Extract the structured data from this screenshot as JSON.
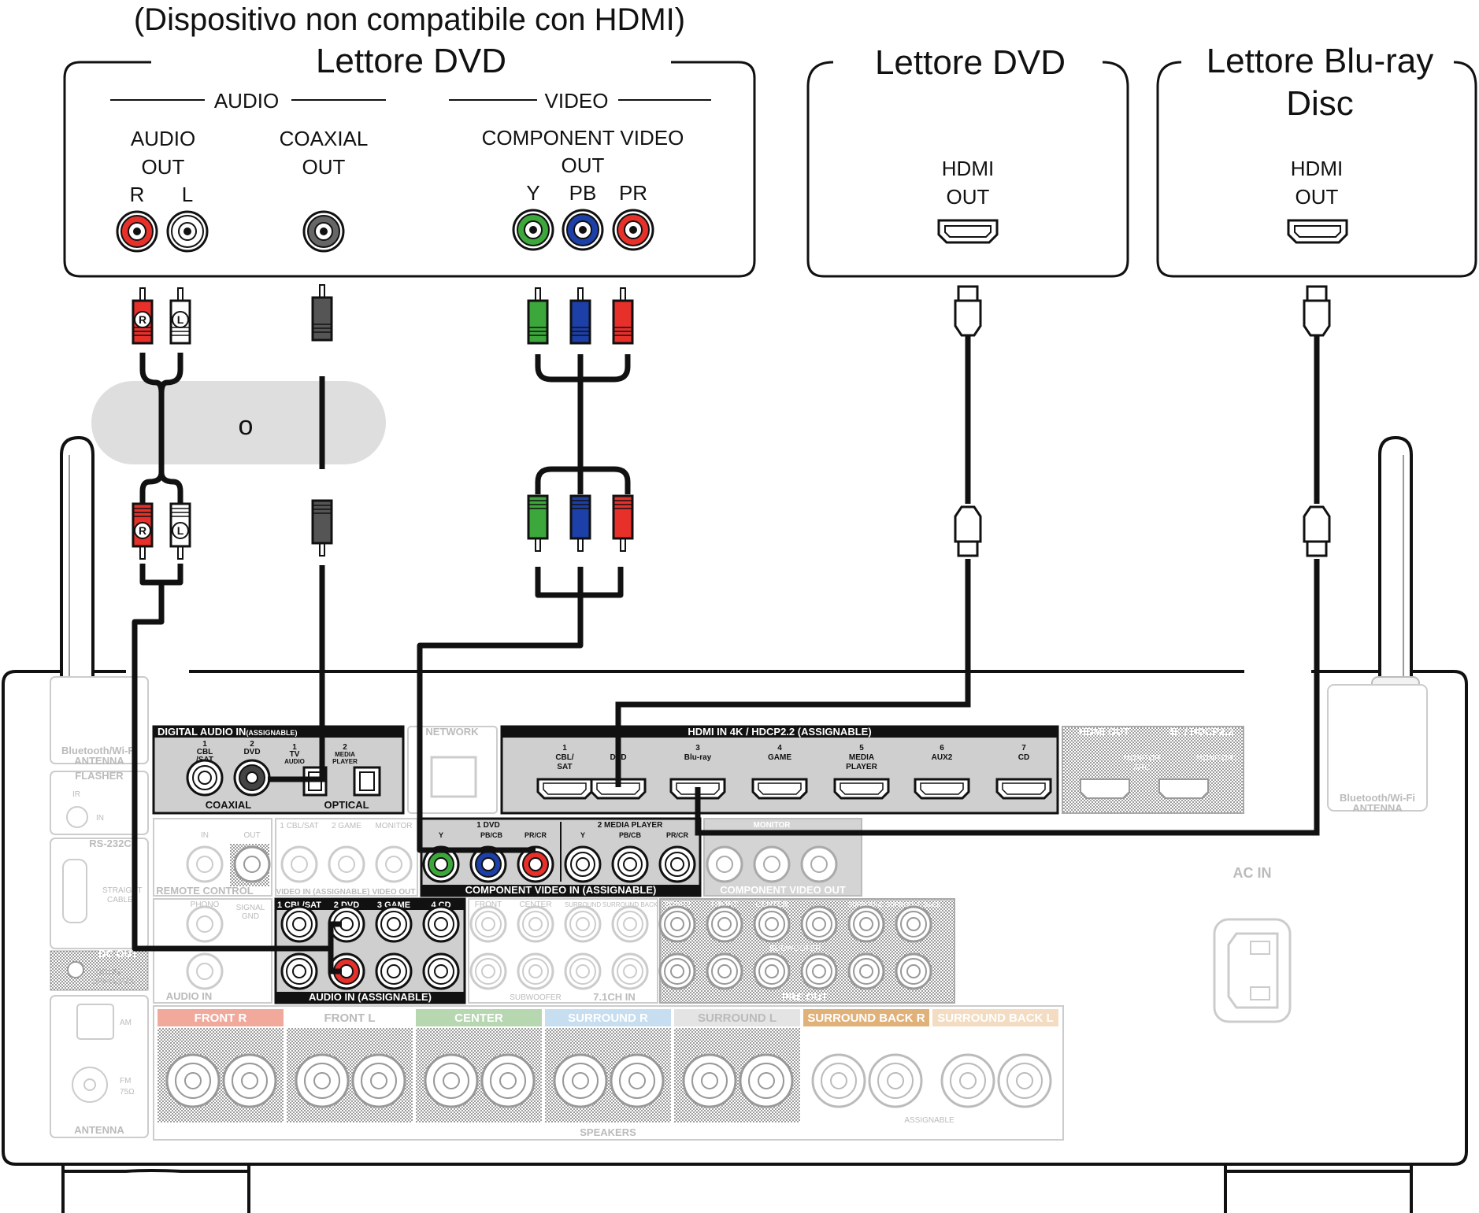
{
  "source_device": {
    "note": "(Dispositivo non compatibile con HDMI)",
    "title": "Lettore DVD",
    "audio_group": "AUDIO",
    "video_group": "VIDEO",
    "audio_out_1": "AUDIO",
    "audio_out_2": "OUT",
    "r": "R",
    "l": "L",
    "coaxial_1": "COAXIAL",
    "coaxial_2": "OUT",
    "component_1": "COMPONENT VIDEO",
    "component_2": "OUT",
    "y": "Y",
    "pb": "PB",
    "pr": "PR"
  },
  "dvd_hdmi": {
    "title": "Lettore DVD",
    "hdmi_1": "HDMI",
    "hdmi_2": "OUT"
  },
  "bluray": {
    "title_1": "Lettore Blu-ray",
    "title_2": "Disc",
    "hdmi_1": "HDMI",
    "hdmi_2": "OUT"
  },
  "or_label": "o",
  "plug_r": "R",
  "plug_l": "L",
  "receiver": {
    "bt_antenna": "Bluetooth/Wi-Fi",
    "bt_antenna_2": "ANTENNA",
    "flasher": "FLASHER",
    "ir": "IR",
    "in": "IN",
    "rs232": "RS-232C",
    "digital_audio_in": "DIGITAL AUDIO IN",
    "assignable": "(ASSIGNABLE)",
    "cbl_sat_1": "1",
    "cbl_sat_2": "CBL",
    "cbl_sat_3": "/SAT",
    "dvd_2": "2",
    "dvd": "DVD",
    "tv_audio_1": "1",
    "tv_audio_2": "TV",
    "tv_audio_3": "AUDIO",
    "media_1": "2",
    "media_2": "MEDIA",
    "media_3": "PLAYER",
    "coaxial": "COAXIAL",
    "optical": "OPTICAL",
    "network": "NETWORK",
    "hdmi_in": "HDMI IN 4K / HDCP2.2  (ASSIGNABLE)",
    "hdmi_inputs": [
      {
        "n": "1",
        "l1": "CBL/",
        "l2": "SAT"
      },
      {
        "n": "2",
        "l1": "DVD",
        "l2": ""
      },
      {
        "n": "3",
        "l1": "Blu-ray",
        "l2": ""
      },
      {
        "n": "4",
        "l1": "GAME",
        "l2": ""
      },
      {
        "n": "5",
        "l1": "MEDIA",
        "l2": "PLAYER"
      },
      {
        "n": "6",
        "l1": "AUX2",
        "l2": ""
      },
      {
        "n": "7",
        "l1": "CD",
        "l2": ""
      }
    ],
    "hdmi_out": "HDMI OUT",
    "hdmi_out_4k": "4K / HDCP2.2",
    "monitor_arc": "MONITOR",
    "arc": "ARC",
    "monitor2": "MONITOR2",
    "remote_control": "REMOTE CONTROL",
    "rc_in": "IN",
    "rc_out": "OUT",
    "video_in_1": "1 CBL/SAT",
    "video_in_2": "2 GAME",
    "video_monitor": "MONITOR",
    "video_in_label": "VIDEO IN (ASSIGNABLE)",
    "video_out": "VIDEO OUT",
    "comp_1dvd": "1 DVD",
    "comp_2mp": "2 MEDIA PLAYER",
    "comp_y": "Y",
    "comp_pb": "PB/CB",
    "comp_pr": "PR/CR",
    "comp_in_label": "COMPONENT VIDEO IN (ASSIGNABLE)",
    "comp_monitor": "MONITOR",
    "comp_out": "COMPONENT VIDEO OUT",
    "phono": "PHONO",
    "signal_gnd": "SIGNAL",
    "gnd": "GND",
    "audio_in": "AUDIO IN",
    "audio_in_1": "1 CBL/SAT",
    "audio_in_2": "2 DVD",
    "audio_in_3": "3 GAME",
    "audio_in_4": "4 CD",
    "audio_in_assign": "AUDIO IN (ASSIGNABLE)",
    "front": "FRONT",
    "center": "CENTER",
    "surround": "SURROUND",
    "surround_back": "SURROUND BACK",
    "zone2": "ZONE2",
    "subwoofer": "SUBWOOFER",
    "ch71_in": "7.1CH IN",
    "pre_out": "PRE OUT",
    "dc_out": "DC OUT",
    "dc_spec": "DC12V",
    "dc_spec2": "150mA MAX.",
    "am": "AM",
    "fm": "FM",
    "fm2": "75Ω",
    "antenna": "ANTENNA",
    "speakers": "SPEAKERS",
    "sp_front_r": "FRONT",
    "sp_front_l": "FRONT",
    "sp_center": "CENTER",
    "sp_surr_r": "SURROUND",
    "sp_surr_l": "SURROUND",
    "sp_sb_r": "SURROUND BACK",
    "sp_sb_l": "SURROUND BACK",
    "sp_assignable": "ASSIGNABLE",
    "ac_in": "AC IN",
    "straight_cable": "STRAIGHT",
    "straight_cable2": "CABLE"
  },
  "colors": {
    "red": "#e8302a",
    "green": "#3ca73a",
    "blue": "#1c3fa8",
    "white": "#ffffff",
    "gray": "#bdbdbd"
  }
}
